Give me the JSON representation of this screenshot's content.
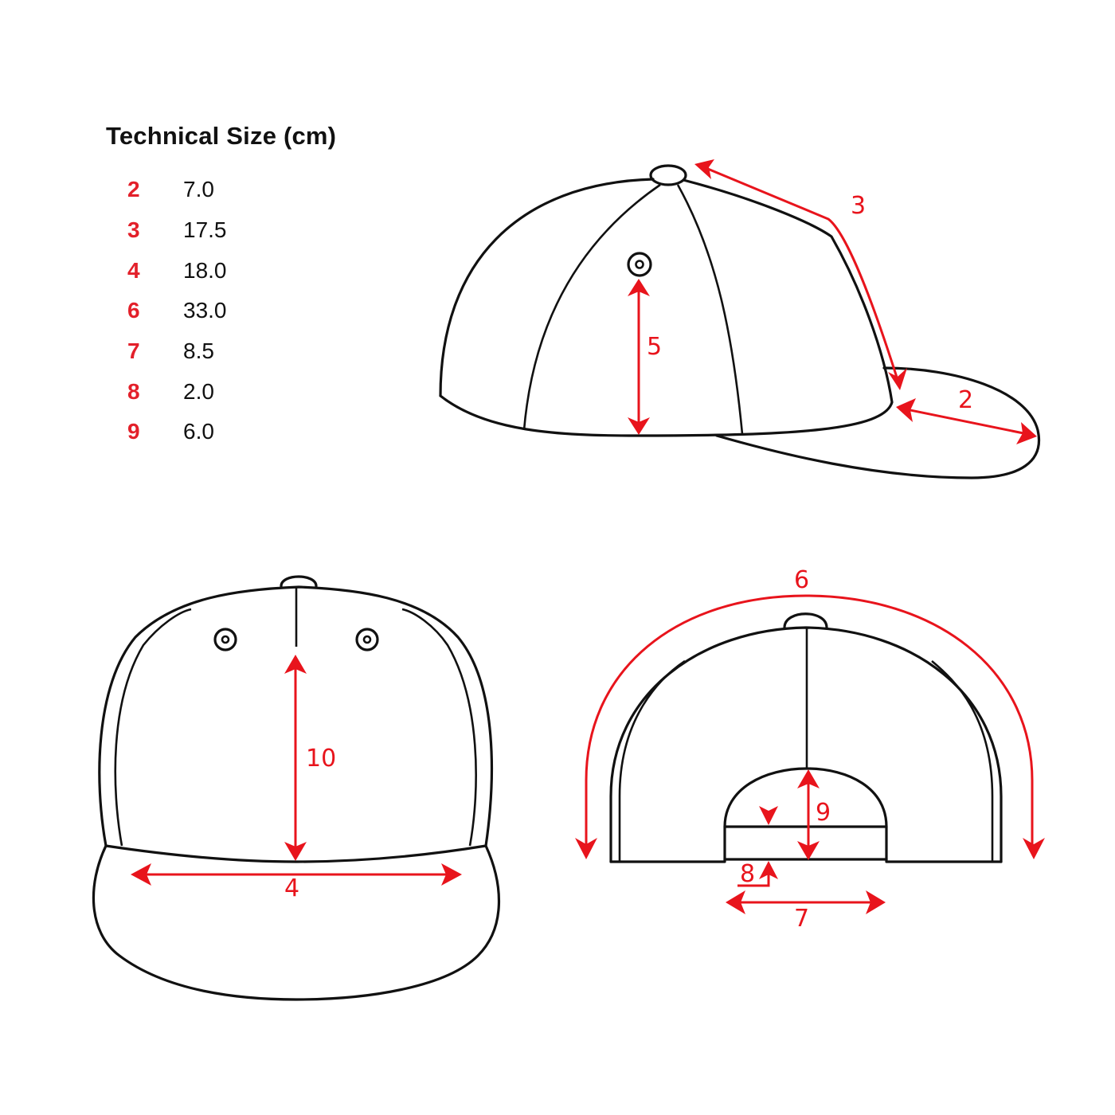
{
  "title": "Technical Size (cm)",
  "sizes": [
    {
      "key": "2",
      "value": "7.0"
    },
    {
      "key": "3",
      "value": "17.5"
    },
    {
      "key": "4",
      "value": "18.0"
    },
    {
      "key": "6",
      "value": "33.0"
    },
    {
      "key": "7",
      "value": "8.5"
    },
    {
      "key": "8",
      "value": "2.0"
    },
    {
      "key": "9",
      "value": "6.0"
    }
  ],
  "labels": {
    "side": {
      "crown_arc": "3",
      "brim_depth": "2",
      "panel_height": "5"
    },
    "front": {
      "front_height": "10",
      "front_width": "4"
    },
    "back": {
      "circumference": "6",
      "opening_height": "9",
      "strap_height": "8",
      "opening_width": "7"
    }
  },
  "colors": {
    "accent": "#e8141c",
    "ink": "#111111"
  }
}
